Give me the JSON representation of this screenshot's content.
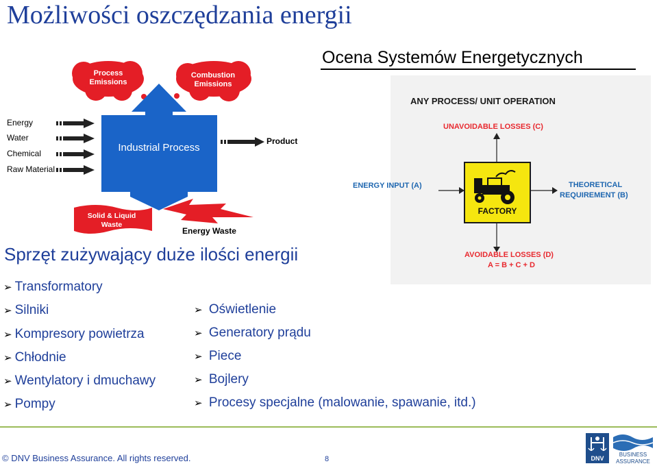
{
  "slide": {
    "title": "Możliwości oszczędzania energii",
    "subtitle": "Ocena Systemów Energetycznych",
    "section_heading": "Sprzęt zużywający duże ilości energii"
  },
  "left_diagram": {
    "process_emissions": "Process Emissions",
    "combustion_emissions": "Combustion Emissions",
    "inputs": [
      "Energy",
      "Water",
      "Chemical",
      "Raw Material"
    ],
    "industrial_process": "Industrial Process",
    "product": "Product",
    "solid_liquid_waste": "Solid & Liquid Waste",
    "energy_waste": "Energy Waste",
    "colors": {
      "red": "#e41e26",
      "blue": "#1a64c8"
    }
  },
  "right_diagram": {
    "any_process": "ANY PROCESS/ UNIT OPERATION",
    "unavoidable_losses": "UNAVOIDABLE LOSSES (C)",
    "energy_input": "ENERGY INPUT (A)",
    "theoretical_requirement": "THEORETICAL REQUIREMENT (B)",
    "factory": "FACTORY",
    "avoidable_losses": "AVOIDABLE LOSSES (D)",
    "formula": "A = B + C + D",
    "colors": {
      "factory_bg": "#f5e60f",
      "label_red": "#e8292f",
      "label_blue": "#1f67b0"
    }
  },
  "equipment_left": [
    "Transformatory",
    "Silniki",
    "Kompresory powietrza",
    "Chłodnie",
    "Wentylatory i dmuchawy",
    "Pompy"
  ],
  "equipment_right": [
    "Oświetlenie",
    "Generatory prądu",
    "Piece",
    "Bojlery",
    "Procesy specjalne (malowanie, spawanie, itd.)"
  ],
  "footer": {
    "copyright": "© DNV Business Assurance. All rights reserved.",
    "page_number": "8",
    "logo_dnv": "DNV",
    "logo_line1": "BUSINESS",
    "logo_line2": "ASSURANCE"
  }
}
